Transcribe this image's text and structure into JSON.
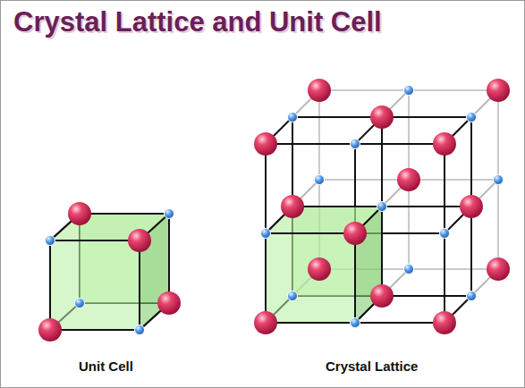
{
  "diagram": {
    "title": "Crystal Lattice and Unit Cell",
    "labels": [
      "Unit Cell",
      "Crystal Lattice"
    ]
  }
}
